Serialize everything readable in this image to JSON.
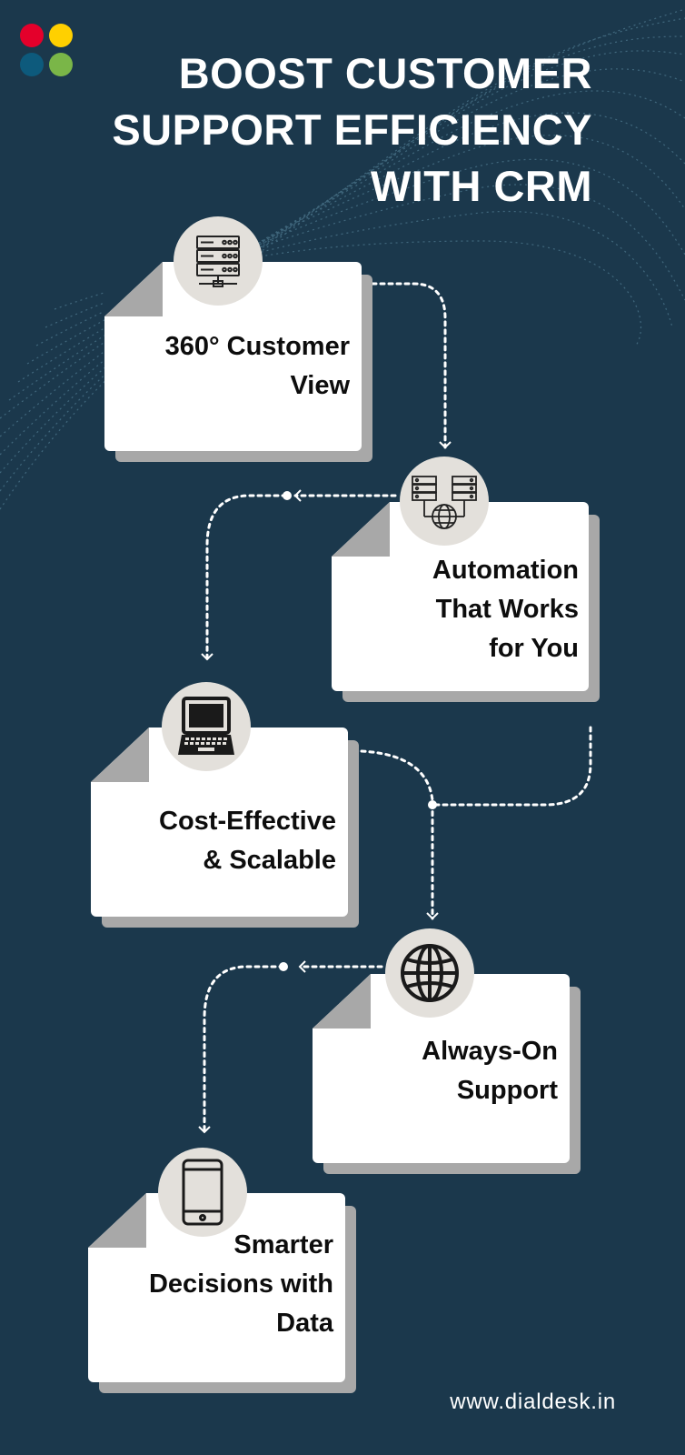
{
  "header": {
    "title_lines": [
      "BOOST CUSTOMER",
      "SUPPORT EFFICIENCY",
      "WITH CRM"
    ]
  },
  "brand": {
    "logo_colors": [
      "#e4002b",
      "#ffd000",
      "#0d5a7c",
      "#7ab648"
    ],
    "background": "#1b384c",
    "card_color": "#ffffff",
    "shadow_color": "#a8a8a8",
    "icon_circle_color": "#e3e0db"
  },
  "steps": [
    {
      "lines": [
        "360° Customer",
        "View"
      ],
      "icon": "server-rack-icon"
    },
    {
      "lines": [
        "Automation",
        "That Works",
        "for You"
      ],
      "icon": "network-servers-globe-icon"
    },
    {
      "lines": [
        "Cost-Effective",
        "& Scalable"
      ],
      "icon": "laptop-icon"
    },
    {
      "lines": [
        "Always-On",
        "Support"
      ],
      "icon": "globe-icon"
    },
    {
      "lines": [
        "Smarter",
        "Decisions with",
        "Data"
      ],
      "icon": "smartphone-icon"
    }
  ],
  "footer": {
    "url": "www.dialdesk.in"
  }
}
